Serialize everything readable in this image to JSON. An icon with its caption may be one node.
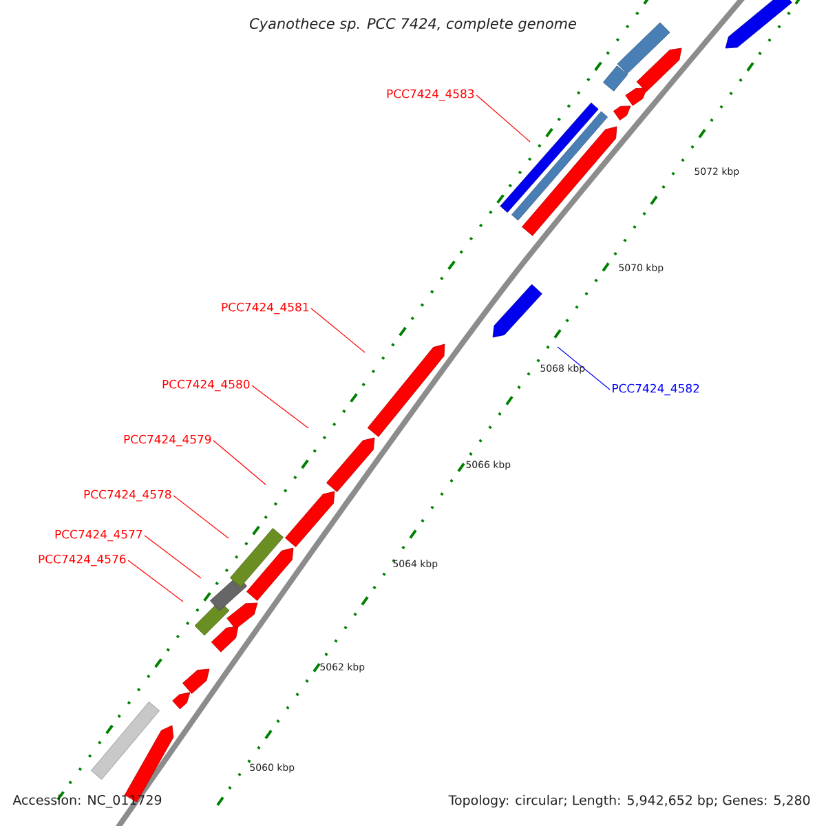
{
  "diagram": {
    "title": "Cyanothece sp. PCC 7424, complete genome",
    "nodes": [
      {
        "text": [
          "PCC7424_4583"
        ]
      },
      {
        "text": [
          "PCC7424_4581"
        ]
      },
      {
        "text": [
          "PCC7424_4580"
        ]
      },
      {
        "text": [
          "PCC7424_4579"
        ]
      },
      {
        "text": [
          "PCC7424_4578"
        ]
      },
      {
        "text": [
          "PCC7424_4577"
        ]
      },
      {
        "text": [
          "PCC7424_4576"
        ]
      },
      {
        "text": [
          "PCC7424_4582"
        ]
      }
    ],
    "edges": [
      {
        "from": 0,
        "to": null,
        "arrow": "none"
      },
      {
        "from": 1,
        "to": null,
        "arrow": "none"
      },
      {
        "from": 2,
        "to": null,
        "arrow": "none"
      },
      {
        "from": 3,
        "to": null,
        "arrow": "none"
      },
      {
        "from": 4,
        "to": null,
        "arrow": "none"
      },
      {
        "from": 5,
        "to": null,
        "arrow": "none"
      },
      {
        "from": 6,
        "to": null,
        "arrow": "none"
      },
      {
        "from": 7,
        "to": null,
        "arrow": "none",
        "color": "#0000ff"
      }
    ],
    "labels": [
      "5072 kbp",
      "5070 kbp",
      "5068 kbp",
      "5066 kbp",
      "5064 kbp",
      "5062 kbp",
      "5060 kbp",
      "Accession: NC_011729",
      "Topology: circular; Length: 5,942,652 bp; Genes: 5,280"
    ]
  }
}
